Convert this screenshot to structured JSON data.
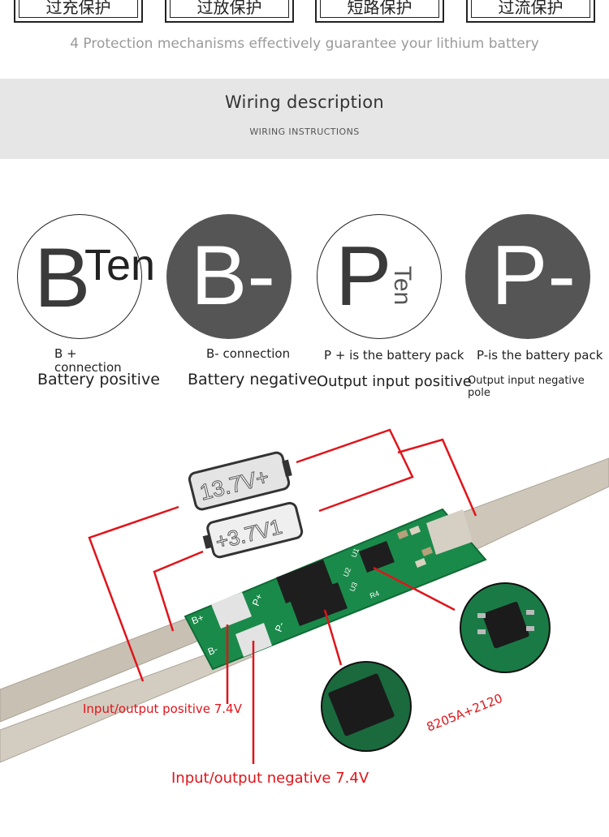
{
  "top_buttons": [
    {
      "label": "过充保护"
    },
    {
      "label": "过放保护"
    },
    {
      "label": "短路保护"
    },
    {
      "label": "过流保护"
    }
  ],
  "subtitle": "4 Protection mechanisms effectively guarantee your lithium battery",
  "wiring": {
    "title": "Wiring description",
    "subtitle": "WIRING INSTRUCTIONS"
  },
  "terminals": [
    {
      "symbol": "B",
      "overlay": "Ten",
      "label_small": "B +\nconnection",
      "label_large": "Battery positive",
      "style": "light"
    },
    {
      "symbol": "B-",
      "overlay": "",
      "label_small": "B- connection",
      "label_large": "Battery negative",
      "style": "dark"
    },
    {
      "symbol": "P",
      "overlay": "Ten",
      "label_small": "P + is the battery pack",
      "label_large": "Output input positive",
      "style": "light"
    },
    {
      "symbol": "P-",
      "overlay": "",
      "label_small": "P-is the battery pack",
      "label_large": "Output input negative pole",
      "style": "dark"
    }
  ],
  "diagram": {
    "cell_top_label": "13.7V+",
    "cell_bottom_label": "+3.7V1",
    "pcb_marks": [
      "B+",
      "B-",
      "P+",
      "P-",
      "R4",
      "U1",
      "U2",
      "U3"
    ],
    "pos_label": "Input/output positive 7.4V",
    "neg_label": "Input/output negative 7.4V",
    "chip_label": "8205A+2120",
    "colors": {
      "pcb": "#1a8a4a",
      "wire": "#e0141a",
      "nickel": "#c9c2b6",
      "chip": "#1e1e1e"
    }
  }
}
